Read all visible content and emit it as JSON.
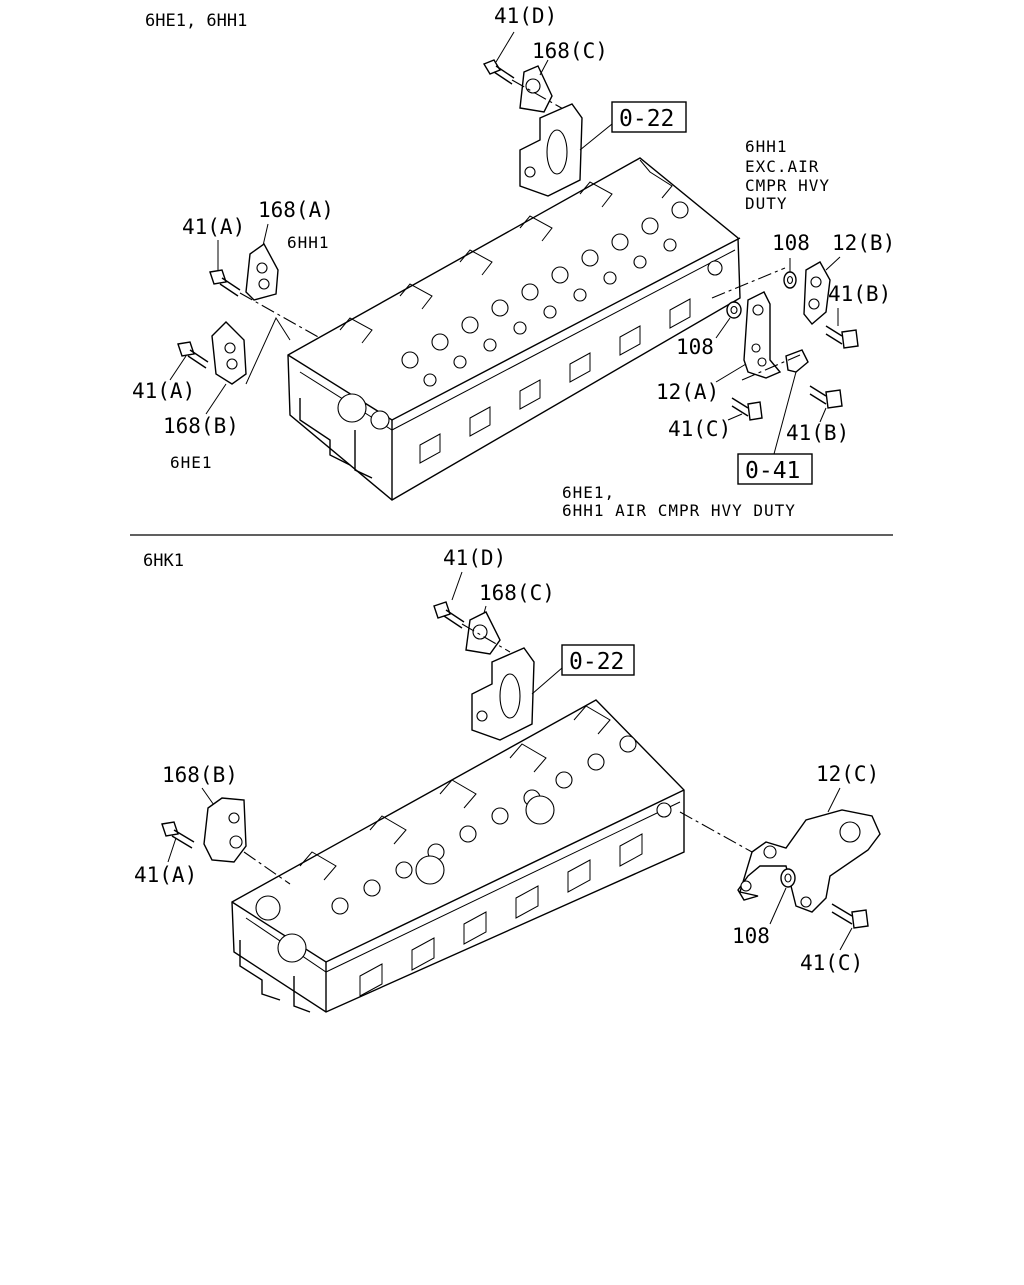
{
  "sections": [
    {
      "title": "6HE1, 6HH1",
      "labels": {
        "bolt_d": "41(D)",
        "bracket_c": "168(C)",
        "ref_top": "0-22",
        "note_right": [
          "6HH1",
          "EXC.AIR",
          "CMPR HVY",
          "DUTY"
        ],
        "bolt_a_upper": "41(A)",
        "bracket_a": "168(A)",
        "variant_a": "6HH1",
        "bolt_a_lower": "41(A)",
        "bracket_b": "168(B)",
        "variant_b": "6HE1",
        "washer_upper": "108",
        "plate_b": "12(B)",
        "bolt_b_upper": "41(B)",
        "washer_lower": "108",
        "plate_a": "12(A)",
        "bolt_c": "41(C)",
        "bolt_b_lower": "41(B)",
        "ref_bottom": "0-41",
        "note_bottom": [
          "6HE1,",
          "6HH1 AIR CMPR HVY DUTY"
        ]
      }
    },
    {
      "title": "6HK1",
      "labels": {
        "bolt_d": "41(D)",
        "bracket_c": "168(C)",
        "ref_top": "0-22",
        "bracket_b": "168(B)",
        "bolt_a": "41(A)",
        "plate_c": "12(C)",
        "washer": "108",
        "bolt_c": "41(C)"
      }
    }
  ],
  "icons": [
    "bolt-icon",
    "washer-icon",
    "bracket-icon",
    "cylinder-head-icon"
  ]
}
